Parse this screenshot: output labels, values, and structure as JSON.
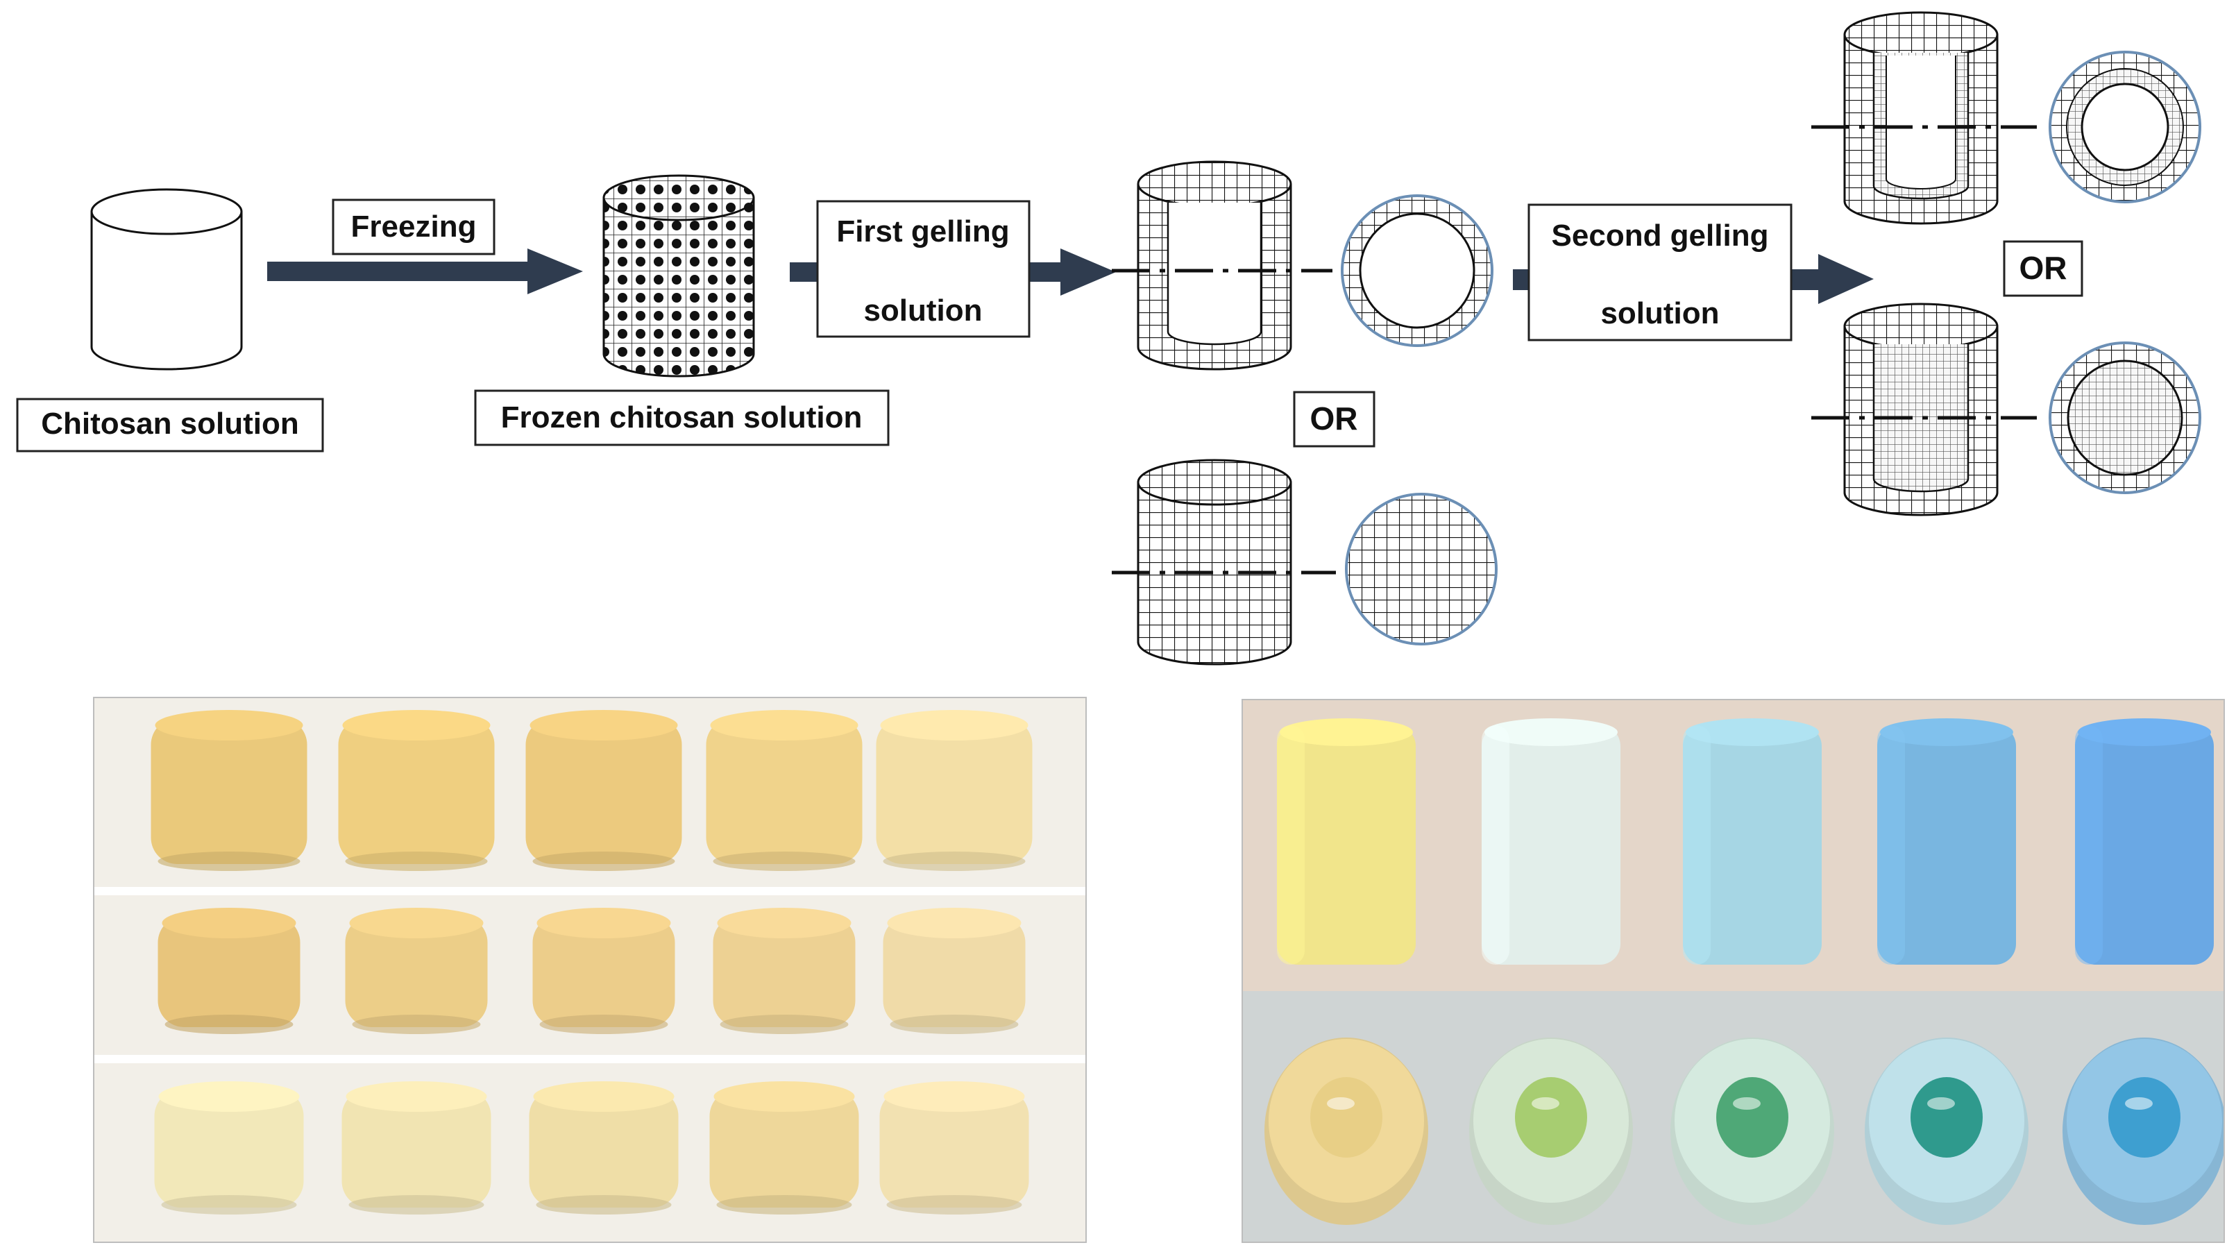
{
  "labels": {
    "chitosan_solution": "Chitosan solution",
    "freezing": "Freezing",
    "frozen_chitosan_solution": "Frozen chitosan solution",
    "first_gelling_line1": "First gelling",
    "first_gelling_line2": "solution",
    "second_gelling_line1": "Second gelling",
    "second_gelling_line2": "solution",
    "or_first_stage": "OR",
    "or_second_stage": "OR"
  },
  "colors": {
    "arrow": "#2f3c4f",
    "outline": "#111111",
    "cross_section_ring": "#6b8fb5",
    "photo_panel_left_bg": "#f2efe8",
    "photo_panel_right_top_bg": "#e4d6c9",
    "photo_panel_right_bottom_bg": "#cfd4d4"
  },
  "photos": {
    "left_panel": {
      "rows": [
        {
          "samples": [
            {
              "color": "#eac97b"
            },
            {
              "color": "#efcf80"
            },
            {
              "color": "#ecca7e"
            },
            {
              "color": "#f0d38b"
            },
            {
              "color": "#f3dfa6"
            }
          ]
        },
        {
          "samples": [
            {
              "color": "#e8c57c"
            },
            {
              "color": "#ecce88"
            },
            {
              "color": "#eccd8a"
            },
            {
              "color": "#edd193"
            },
            {
              "color": "#f0dba8"
            }
          ]
        },
        {
          "samples": [
            {
              "color": "#f2e8b9"
            },
            {
              "color": "#f1e4b2"
            },
            {
              "color": "#efdea7"
            },
            {
              "color": "#eed79a"
            },
            {
              "color": "#f2e1b1"
            }
          ]
        }
      ]
    },
    "right_panel": {
      "top_row": [
        {
          "color": "#f1e58b"
        },
        {
          "color": "#e2eeea"
        },
        {
          "color": "#a6d6e4"
        },
        {
          "color": "#79b6e0"
        },
        {
          "color": "#6aa8e4"
        }
      ],
      "bottom_row": [
        {
          "outer": "#f0d99a",
          "core": "#e8cf86"
        },
        {
          "outer": "#d8e8d8",
          "core": "#a7cd71"
        },
        {
          "outer": "#d5eadf",
          "core": "#4fa877"
        },
        {
          "outer": "#bfe1ea",
          "core": "#2f9a8d"
        },
        {
          "outer": "#93c6e6",
          "core": "#3e9fd0"
        }
      ]
    }
  }
}
